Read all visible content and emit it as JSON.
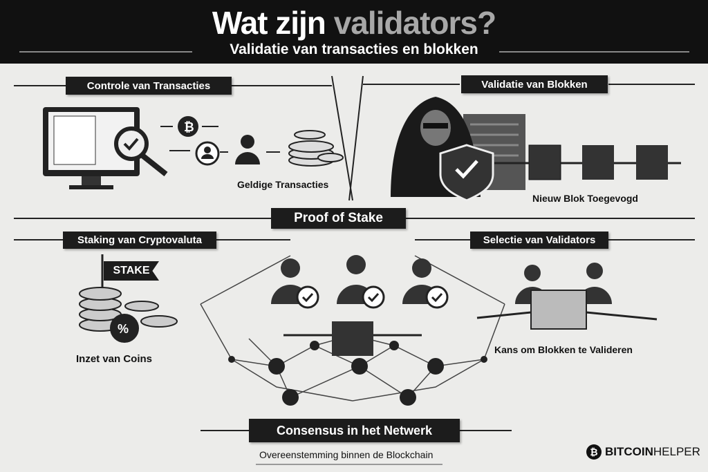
{
  "header": {
    "title_prefix": "Wat zijn",
    "title_highlight": "validators?",
    "subtitle": "Validatie van transacties en blokken"
  },
  "sections": {
    "transactions": {
      "label": "Controle van Transacties",
      "caption": "Geldige Transacties"
    },
    "blocks": {
      "label": "Validatie van Blokken",
      "caption": "Nieuw Blok Toegevogd"
    },
    "center": {
      "label": "Proof of Stake"
    },
    "staking": {
      "label": "Staking van Cryptovaluta",
      "flag": "STAKE",
      "caption": "Inzet van Coins"
    },
    "selection": {
      "label": "Selectie van Validators",
      "caption": "Kans om Blokken te Valideren"
    },
    "consensus": {
      "label": "Consensus in het Netwerk",
      "caption": "Overeenstemming binnen de Blockchain"
    }
  },
  "logo": {
    "bold": "BITCOIN",
    "light": "HELPER",
    "icon": "bitcoin-icon"
  },
  "colors": {
    "header_bg": "#111111",
    "title_highlight": "#a8a8a8",
    "background": "#ececea"
  }
}
